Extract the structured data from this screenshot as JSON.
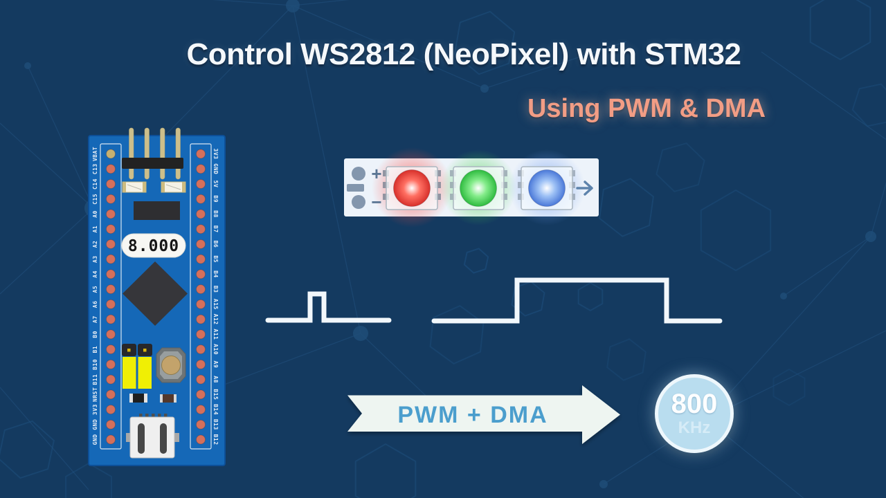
{
  "title": {
    "text": "Control WS2812 (NeoPixel) with STM32"
  },
  "subtitle": {
    "text": "Using PWM & DMA"
  },
  "board": {
    "crystal_label": "8.000",
    "left_pins": [
      "VBAT",
      "C13",
      "C14",
      "C15",
      "A0",
      "A1",
      "A2",
      "A3",
      "A4",
      "A5",
      "A6",
      "A7",
      "B0",
      "B1",
      "B10",
      "B11",
      "NRST",
      "3V3",
      "GND",
      "GND"
    ],
    "right_pins": [
      "3V3",
      "GND",
      "5V",
      "B9",
      "B8",
      "B7",
      "B6",
      "B5",
      "B4",
      "B3",
      "A15",
      "A12",
      "A11",
      "A10",
      "A9",
      "A8",
      "B15",
      "B14",
      "B13",
      "B12"
    ]
  },
  "led_strip": {
    "plus_label": "+",
    "minus_label": "−",
    "leds": [
      {
        "name": "red-led",
        "core": "#d7302b",
        "mid": "#ff6f62",
        "glow": "#ff4a42"
      },
      {
        "name": "green-led",
        "core": "#2ebb3f",
        "mid": "#84ec8a",
        "glow": "#49d34f"
      },
      {
        "name": "blue-led",
        "core": "#4a78d8",
        "mid": "#9cc0f5",
        "glow": "#6f9cf0"
      }
    ]
  },
  "flow_arrow": {
    "label": "PWM + DMA"
  },
  "frequency_badge": {
    "value": "800",
    "unit": "KHz"
  },
  "colors": {
    "background": "#143a60",
    "board_blue": "#1568b7",
    "pad_salmon": "#d4705c",
    "accent_salmon": "#f29d85",
    "arrow_text_blue": "#4b9ecd",
    "waveform_white": "#f2f7fb",
    "badge_fill": "#b9ddef"
  }
}
